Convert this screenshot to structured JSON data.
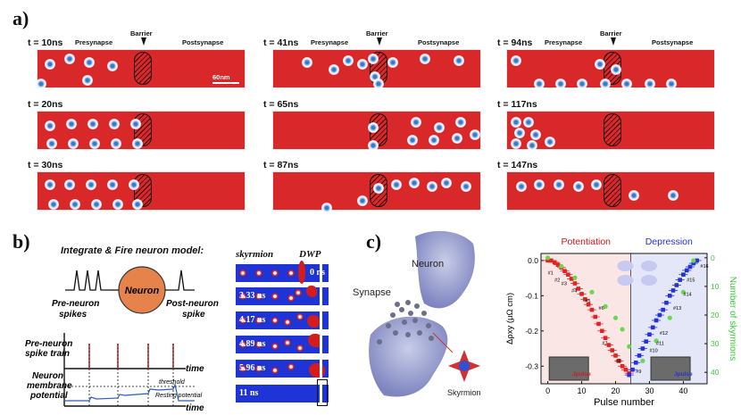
{
  "panel_a": {
    "label": "a)",
    "barrier_label": "Barrier",
    "presynapse_label": "Presynapse",
    "postsynapse_label": "Postsynapse",
    "scale_label": "60nm",
    "times": [
      "t = 10ns",
      "t = 20ns",
      "t = 30ns",
      "t = 41ns",
      "t = 65ns",
      "t = 87ns",
      "t = 94ns",
      "t = 117ns",
      "t = 147ns"
    ]
  },
  "panel_b": {
    "label": "b)",
    "model_title": "Integrate & Fire neuron model:",
    "neuron_label": "Neuron",
    "pre_spikes": "Pre-neuron\nspikes",
    "post_spike": "Post-neuron\nspike",
    "spike_train": "Pre-neuron\nspike train",
    "membrane": "Neuron\nmembrane\npotential",
    "threshold": "threshold",
    "resting": "Resting potential",
    "time_label": "time",
    "skyrmion_label": "skyrmion",
    "dwp_label": "DWP",
    "dwp_times": [
      "0 ns",
      "3.33 ns",
      "4.17 ns",
      "4.89 ns",
      "5.96 ns",
      "11 ns"
    ]
  },
  "panel_c": {
    "label": "c)",
    "neuron_label": "Neuron",
    "synapse_label": "Synapse",
    "skyrmion_label": "Skyrmion"
  },
  "chart_data": {
    "type": "scatter",
    "title": "",
    "potentiation_label": "Potentiation",
    "depression_label": "Depression",
    "xlabel": "Pulse number",
    "ylabel": "Δρxy (μΩ cm)",
    "y2label": "Number of skyrmions",
    "xlim": [
      -2,
      47
    ],
    "ylim": [
      -0.35,
      0.02
    ],
    "y2lim": [
      -1.5,
      44
    ],
    "x_ticks": [
      0,
      10,
      20,
      30,
      40
    ],
    "y_ticks": [
      0.0,
      -0.1,
      -0.2,
      -0.3
    ],
    "y_tick_labels": [
      "0.0",
      "-0.1",
      "-0.2",
      "-0.3"
    ],
    "y2_ticks": [
      0,
      10,
      20,
      30,
      40
    ],
    "pulse_label": "Jpulse",
    "annotations": [
      "#1",
      "#2",
      "#3",
      "#4",
      "#5",
      "#6",
      "#7",
      "#8",
      "#9",
      "#10",
      "#11",
      "#12",
      "#13",
      "#14",
      "#15",
      "#16"
    ],
    "series": [
      {
        "name": "",
        "color": "#e02424",
        "marker": "square-errorbar",
        "x": [
          0,
          1,
          2,
          3,
          4,
          5,
          6,
          7,
          8,
          9,
          10,
          11,
          12,
          13,
          14,
          15,
          16,
          17,
          18,
          19,
          20,
          21,
          22,
          23,
          24
        ],
        "y": [
          0,
          0,
          -0.005,
          -0.012,
          -0.02,
          -0.03,
          -0.04,
          -0.052,
          -0.065,
          -0.08,
          -0.095,
          -0.11,
          -0.125,
          -0.14,
          -0.16,
          -0.18,
          -0.2,
          -0.22,
          -0.24,
          -0.255,
          -0.27,
          -0.285,
          -0.3,
          -0.31,
          -0.32
        ]
      },
      {
        "name": "",
        "color": "#2432d6",
        "marker": "square-errorbar",
        "x": [
          24,
          25,
          26,
          27,
          28,
          29,
          30,
          31,
          32,
          33,
          34,
          35,
          36,
          37,
          38,
          39,
          40,
          41,
          42,
          43,
          44
        ],
        "y": [
          -0.325,
          -0.31,
          -0.29,
          -0.27,
          -0.25,
          -0.23,
          -0.21,
          -0.19,
          -0.17,
          -0.155,
          -0.14,
          -0.12,
          -0.1,
          -0.085,
          -0.07,
          -0.055,
          -0.04,
          -0.028,
          -0.018,
          -0.008,
          0
        ]
      },
      {
        "name": "",
        "color": "#6ad84a",
        "marker": "circle",
        "axis": "right",
        "x": [
          0,
          4,
          8,
          13,
          17,
          20,
          22,
          24,
          28,
          32,
          36,
          40,
          43
        ],
        "y": [
          0,
          3,
          7,
          12,
          17,
          21,
          25,
          31,
          36,
          29,
          21,
          12,
          1
        ]
      }
    ]
  }
}
